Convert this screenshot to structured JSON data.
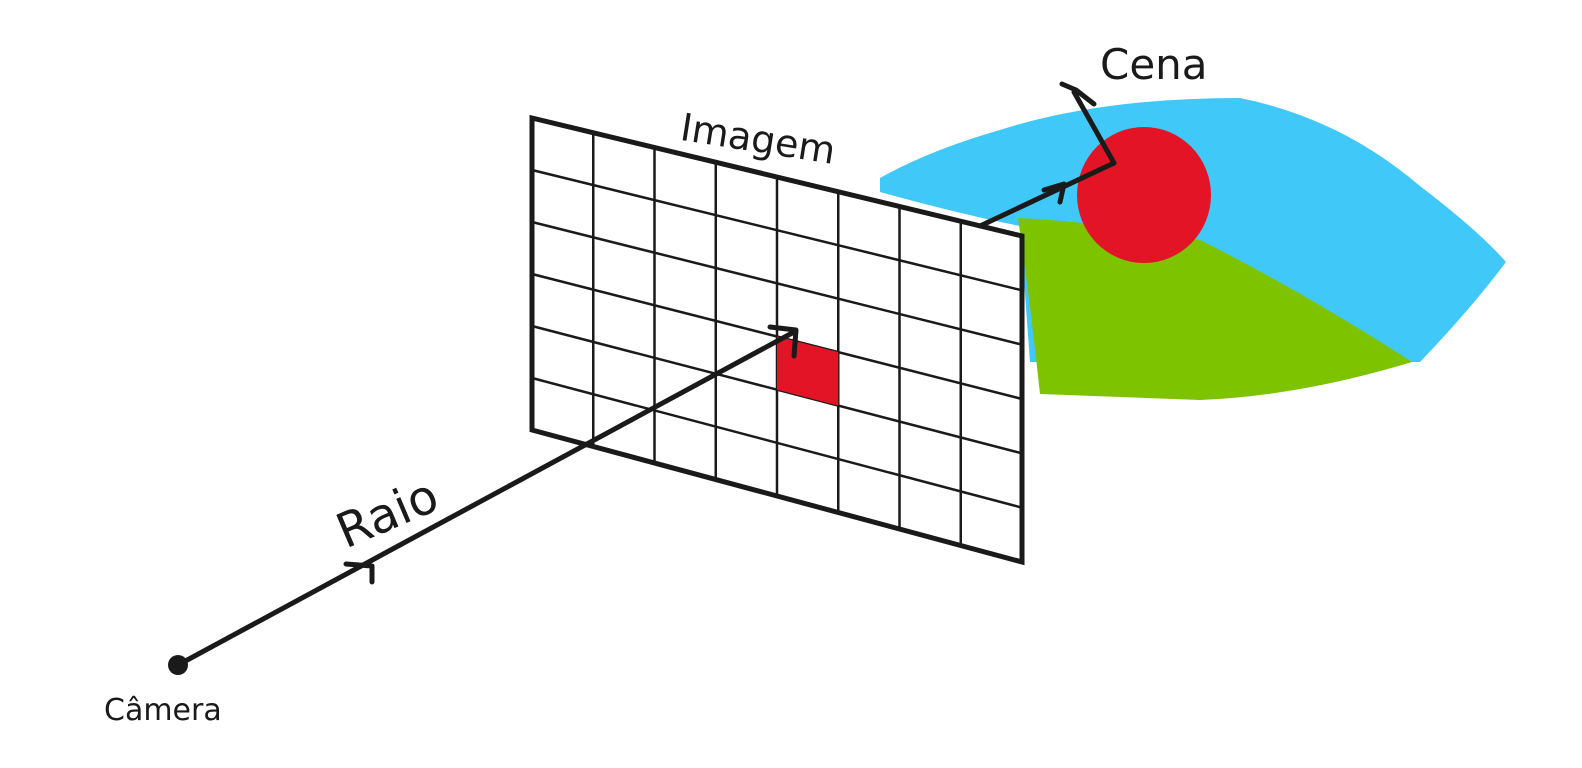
{
  "labels": {
    "scene": "Cena",
    "image": "Imagem",
    "ray": "Raio",
    "camera": "Câmera"
  },
  "grid": {
    "rows": 6,
    "cols": 8,
    "highlighted_cell": {
      "row": 3,
      "col": 4
    }
  },
  "colors": {
    "stroke": "#1a1a1a",
    "sky": "#40c8f8",
    "grass": "#7dc300",
    "sphere": "#e41427",
    "pixel": "#e41427"
  }
}
